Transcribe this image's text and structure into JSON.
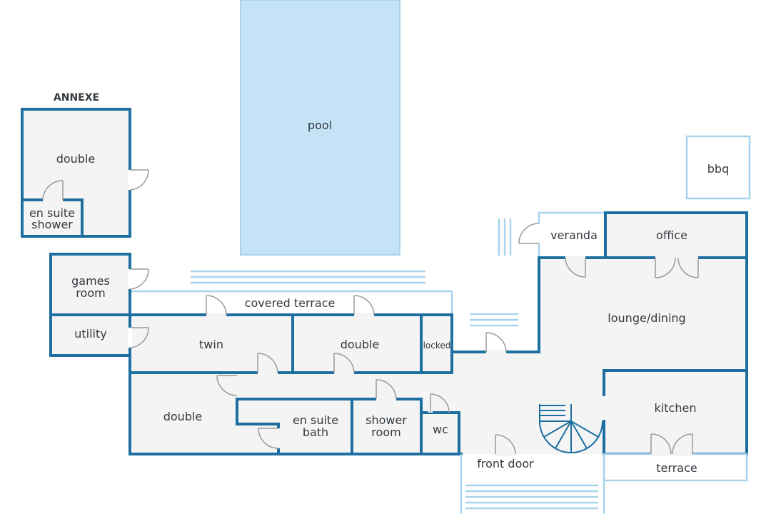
{
  "annexe": {
    "heading": "ANNEXE",
    "double": "double",
    "ensuite_shower_line1": "en suite",
    "ensuite_shower_line2": "shower"
  },
  "outdoor": {
    "pool": "pool",
    "bbq": "bbq",
    "veranda": "veranda",
    "covered_terrace": "covered terrace",
    "terrace": "terrace",
    "front_door": "front door"
  },
  "rooms": {
    "games_room_line1": "games",
    "games_room_line2": "room",
    "utility": "utility",
    "twin": "twin",
    "double_middle": "double",
    "locked": "locked",
    "double_main": "double",
    "ensuite_bath_line1": "en suite",
    "ensuite_bath_line2": "bath",
    "shower_room_line1": "shower",
    "shower_room_line2": "room",
    "wc": "wc",
    "office": "office",
    "lounge_dining": "lounge/dining",
    "kitchen": "kitchen"
  },
  "colors": {
    "wall": "#1c6fa0",
    "pool_fill": "#c5e3f6",
    "pool_outline": "#a9d3ec",
    "floor": "#f4f4f4",
    "door": "#9a9a9a",
    "text": "#333a40"
  }
}
